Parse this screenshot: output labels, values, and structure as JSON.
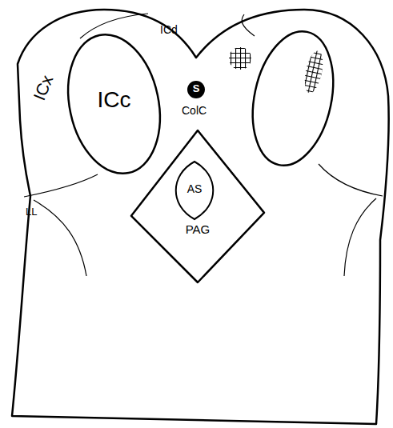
{
  "diagram": {
    "nodes": [
      {
        "text": [
          "ICc"
        ]
      },
      {
        "text": [
          "S"
        ]
      },
      {
        "text": [
          "PAG"
        ]
      },
      {
        "text": [
          "AS"
        ],
        "in": 2
      }
    ],
    "labels": [
      "ICd",
      "ICx",
      "ColC",
      "LL"
    ]
  }
}
